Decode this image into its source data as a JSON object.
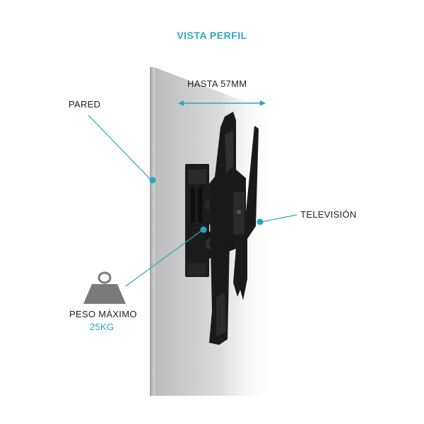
{
  "title": "VISTA PERFIL",
  "labels": {
    "depth": "HASTA 57MM",
    "wall": "PARED",
    "tv": "TELEVISIÓN",
    "max_weight_label": "PESO MÁXIMO",
    "max_weight_value": "25KG"
  },
  "colors": {
    "accent": "#2aa5c2",
    "text": "#222222",
    "wall": "#c8c8c8",
    "mount": "#1a1a1a"
  },
  "icons": {
    "weight": "weight-icon"
  }
}
